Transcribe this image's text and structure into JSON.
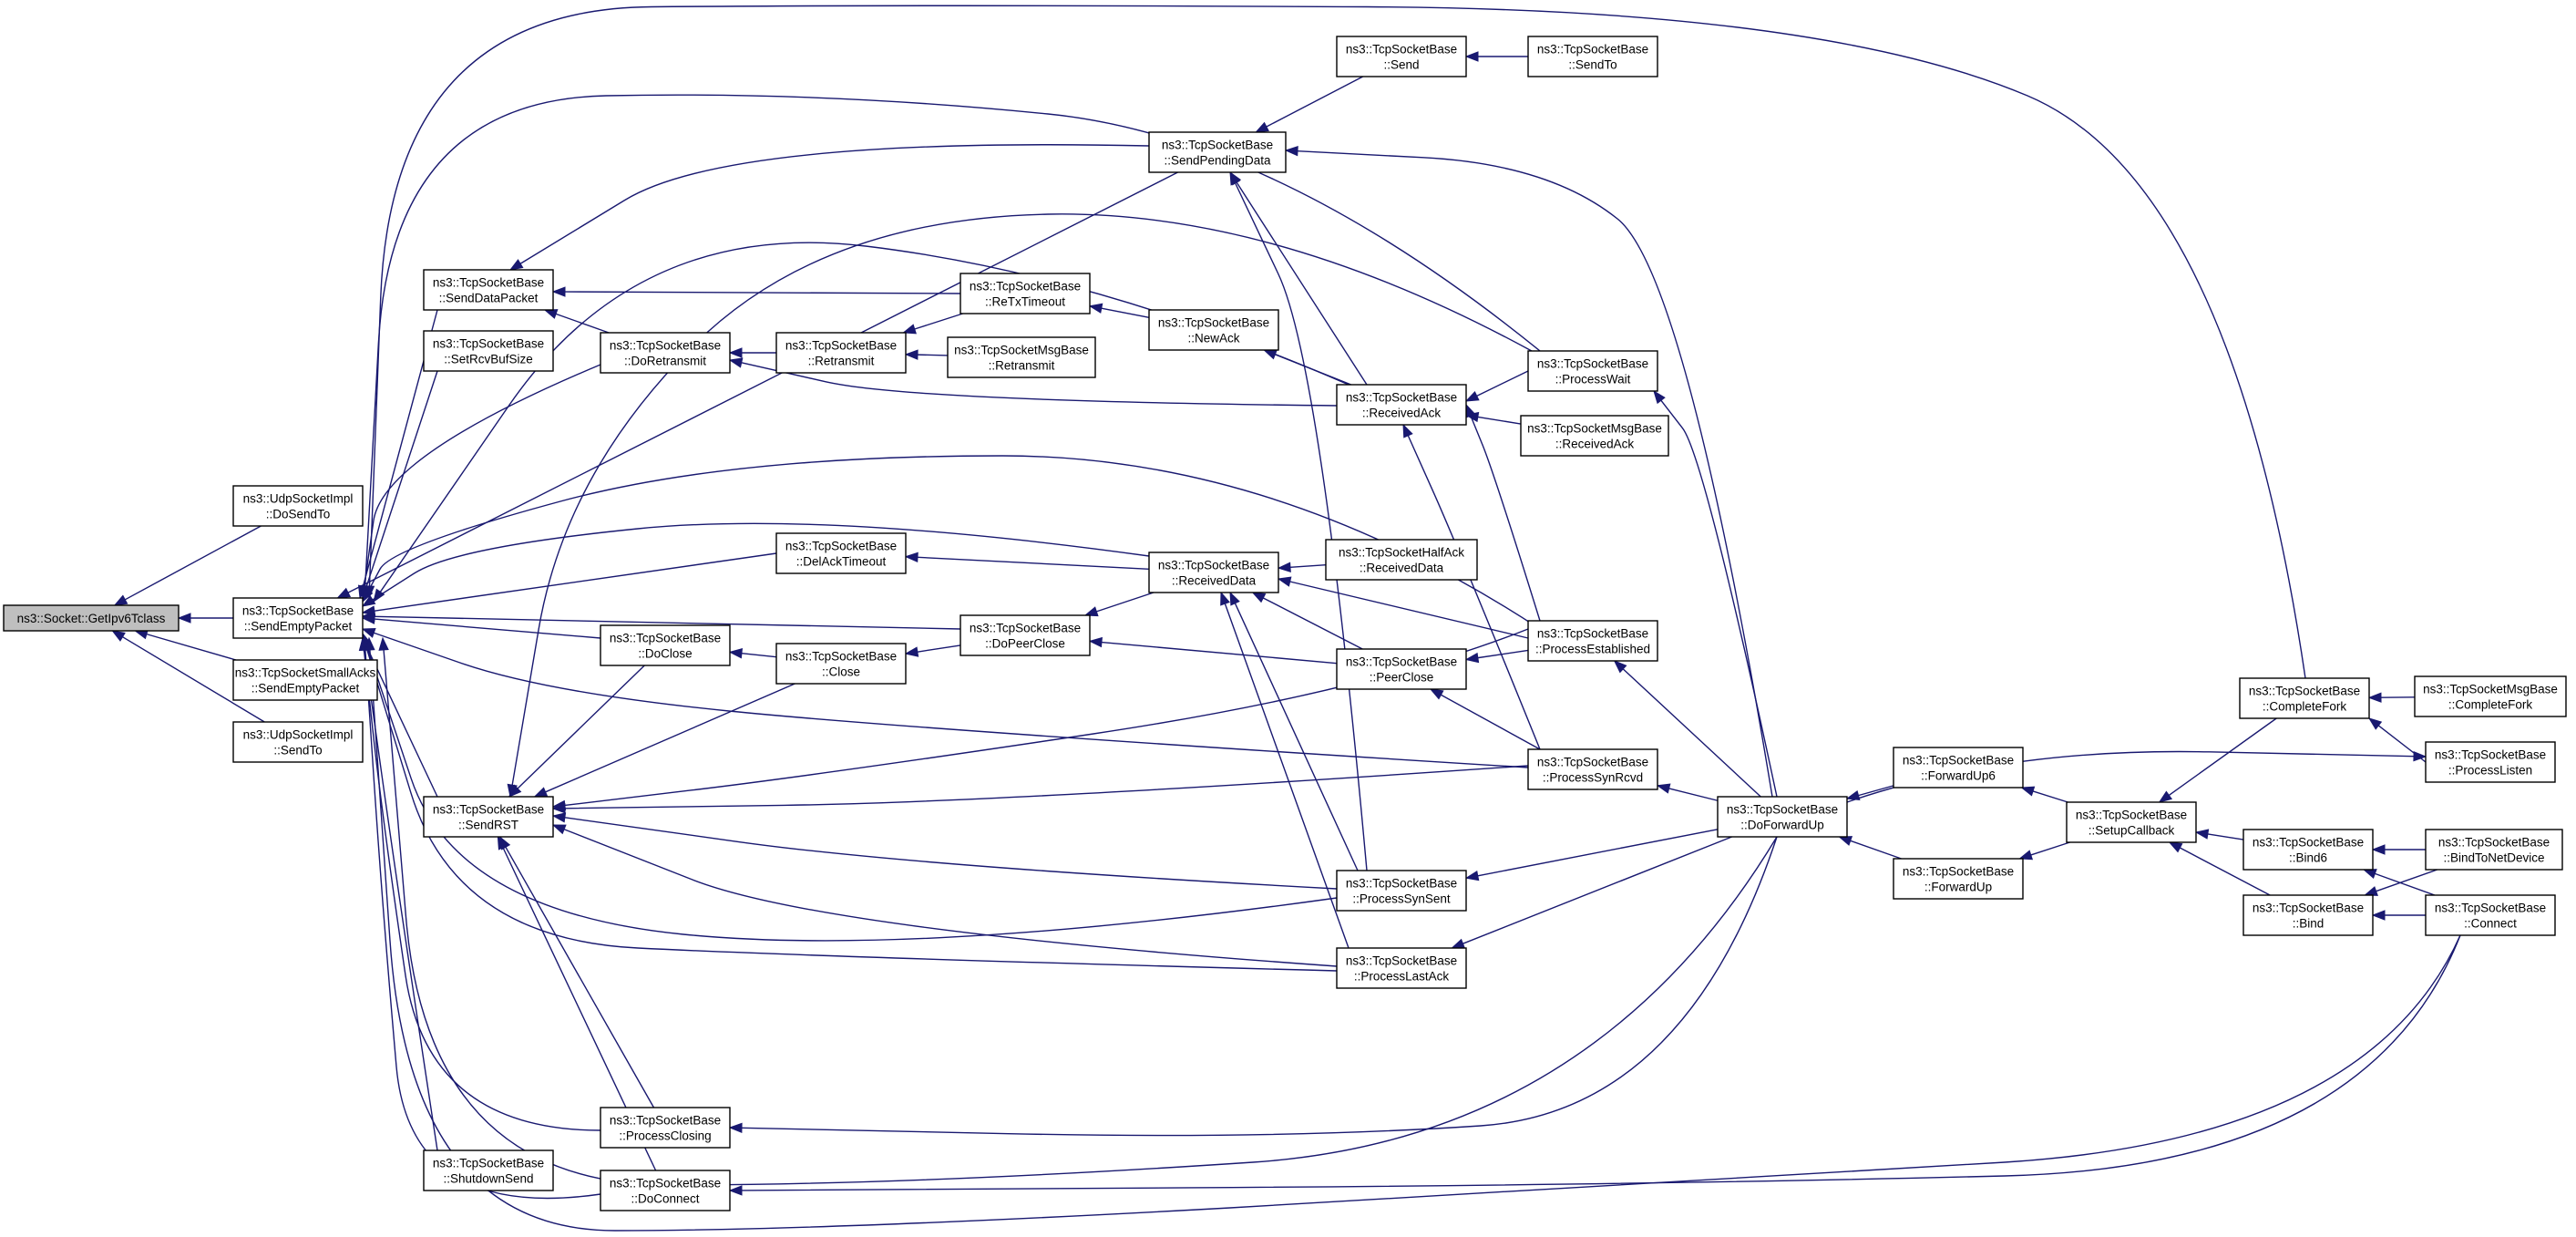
{
  "graph": {
    "root": "getipv6tclass",
    "nodes": {
      "getipv6tclass": [
        "ns3::Socket::GetIpv6Tclass"
      ],
      "udp_dosendto": [
        "ns3::UdpSocketImpl",
        "::DoSendTo"
      ],
      "sendemptypacket": [
        "ns3::TcpSocketBase",
        "::SendEmptyPacket"
      ],
      "smallacks_sendemptypacket": [
        "ns3::TcpSocketSmallAcks",
        "::SendEmptyPacket"
      ],
      "udp_sendto": [
        "ns3::UdpSocketImpl",
        "::SendTo"
      ],
      "senddatapacket": [
        "ns3::TcpSocketBase",
        "::SendDataPacket"
      ],
      "setrcvbufsize": [
        "ns3::TcpSocketBase",
        "::SetRcvBufSize"
      ],
      "dellacktimeout": [
        "ns3::TcpSocketBase",
        "::DelAckTimeout"
      ],
      "sendrst": [
        "ns3::TcpSocketBase",
        "::SendRST"
      ],
      "shutdownsend": [
        "ns3::TcpSocketBase",
        "::ShutdownSend"
      ],
      "doretransmit": [
        "ns3::TcpSocketBase",
        "::DoRetransmit"
      ],
      "doclose": [
        "ns3::TcpSocketBase",
        "::DoClose"
      ],
      "processclosing": [
        "ns3::TcpSocketBase",
        "::ProcessClosing"
      ],
      "doconnect": [
        "ns3::TcpSocketBase",
        "::DoConnect"
      ],
      "retransmit": [
        "ns3::TcpSocketBase",
        "::Retransmit"
      ],
      "close": [
        "ns3::TcpSocketBase",
        "::Close"
      ],
      "msg_retransmit": [
        "ns3::TcpSocketMsgBase",
        "::Retransmit"
      ],
      "retxtimeout": [
        "ns3::TcpSocketBase",
        "::ReTxTimeout"
      ],
      "dopeerclose": [
        "ns3::TcpSocketBase",
        "::DoPeerClose"
      ],
      "sendpendingdata": [
        "ns3::TcpSocketBase",
        "::SendPendingData"
      ],
      "newack": [
        "ns3::TcpSocketBase",
        "::NewAck"
      ],
      "receiveddata": [
        "ns3::TcpSocketBase",
        "::ReceivedData"
      ],
      "send": [
        "ns3::TcpSocketBase",
        "::Send"
      ],
      "receivedack": [
        "ns3::TcpSocketBase",
        "::ReceivedAck"
      ],
      "halfack_receiveddata": [
        "ns3::TcpSocketHalfAck",
        "::ReceivedData"
      ],
      "peerclose": [
        "ns3::TcpSocketBase",
        "::PeerClose"
      ],
      "processsynsent": [
        "ns3::TcpSocketBase",
        "::ProcessSynSent"
      ],
      "processlastack": [
        "ns3::TcpSocketBase",
        "::ProcessLastAck"
      ],
      "sendto": [
        "ns3::TcpSocketBase",
        "::SendTo"
      ],
      "processwait": [
        "ns3::TcpSocketBase",
        "::ProcessWait"
      ],
      "msg_receivedack": [
        "ns3::TcpSocketMsgBase",
        "::ReceivedAck"
      ],
      "processestablished": [
        "ns3::TcpSocketBase",
        "::ProcessEstablished"
      ],
      "processsynrcvd": [
        "ns3::TcpSocketBase",
        "::ProcessSynRcvd"
      ],
      "doforwardup": [
        "ns3::TcpSocketBase",
        "::DoForwardUp"
      ],
      "forwardup6": [
        "ns3::TcpSocketBase",
        "::ForwardUp6"
      ],
      "forwardup": [
        "ns3::TcpSocketBase",
        "::ForwardUp"
      ],
      "setupcallback": [
        "ns3::TcpSocketBase",
        "::SetupCallback"
      ],
      "completefork": [
        "ns3::TcpSocketBase",
        "::CompleteFork"
      ],
      "bind6": [
        "ns3::TcpSocketBase",
        "::Bind6"
      ],
      "bind": [
        "ns3::TcpSocketBase",
        "::Bind"
      ],
      "msg_completefork": [
        "ns3::TcpSocketMsgBase",
        "::CompleteFork"
      ],
      "processlisten": [
        "ns3::TcpSocketBase",
        "::ProcessListen"
      ],
      "bindtonetdevice": [
        "ns3::TcpSocketBase",
        "::BindToNetDevice"
      ],
      "connect": [
        "ns3::TcpSocketBase",
        "::Connect"
      ]
    },
    "edges": [
      [
        "udp_dosendto",
        "getipv6tclass"
      ],
      [
        "sendemptypacket",
        "getipv6tclass"
      ],
      [
        "smallacks_sendemptypacket",
        "getipv6tclass"
      ],
      [
        "udp_sendto",
        "getipv6tclass"
      ],
      [
        "senddatapacket",
        "sendemptypacket"
      ],
      [
        "setrcvbufsize",
        "sendemptypacket"
      ],
      [
        "doretransmit",
        "sendemptypacket"
      ],
      [
        "dellacktimeout",
        "sendemptypacket"
      ],
      [
        "dopeerclose",
        "sendemptypacket"
      ],
      [
        "doclose",
        "sendemptypacket"
      ],
      [
        "sendrst",
        "sendemptypacket"
      ],
      [
        "processclosing",
        "sendemptypacket"
      ],
      [
        "shutdownsend",
        "sendemptypacket"
      ],
      [
        "doconnect",
        "sendemptypacket"
      ],
      [
        "sendpendingdata",
        "sendemptypacket"
      ],
      [
        "processwait",
        "sendemptypacket"
      ],
      [
        "receiveddata",
        "sendemptypacket"
      ],
      [
        "processestablished",
        "sendemptypacket"
      ],
      [
        "processsynrcvd",
        "sendemptypacket"
      ],
      [
        "processsynsent",
        "sendemptypacket"
      ],
      [
        "processlastack",
        "sendemptypacket"
      ],
      [
        "doforwardup",
        "sendemptypacket"
      ],
      [
        "connect",
        "sendemptypacket"
      ],
      [
        "completefork",
        "sendemptypacket"
      ],
      [
        "receivedack",
        "sendemptypacket"
      ],
      [
        "sendpendingdata",
        "senddatapacket"
      ],
      [
        "doretransmit",
        "senddatapacket"
      ],
      [
        "retxtimeout",
        "senddatapacket"
      ],
      [
        "retransmit",
        "doretransmit"
      ],
      [
        "receivedack",
        "doretransmit"
      ],
      [
        "retxtimeout",
        "retransmit"
      ],
      [
        "msg_retransmit",
        "retransmit"
      ],
      [
        "newack",
        "retxtimeout"
      ],
      [
        "receivedack",
        "newack"
      ],
      [
        "send",
        "sendpendingdata"
      ],
      [
        "sendto",
        "send"
      ],
      [
        "receivedack",
        "sendpendingdata"
      ],
      [
        "processsynsent",
        "sendpendingdata"
      ],
      [
        "doforwardup",
        "sendpendingdata"
      ],
      [
        "receiveddata",
        "dellacktimeout"
      ],
      [
        "receiveddata",
        "dopeerclose"
      ],
      [
        "peerclose",
        "dopeerclose"
      ],
      [
        "close",
        "doclose"
      ],
      [
        "dopeerclose",
        "close"
      ],
      [
        "doclose",
        "sendrst"
      ],
      [
        "close",
        "sendrst"
      ],
      [
        "processclosing",
        "sendrst"
      ],
      [
        "doconnect",
        "sendrst"
      ],
      [
        "processsynrcvd",
        "sendrst"
      ],
      [
        "processsynsent",
        "sendrst"
      ],
      [
        "processlastack",
        "sendrst"
      ],
      [
        "processestablished",
        "sendrst"
      ],
      [
        "processwait",
        "sendrst"
      ],
      [
        "halfack_receiveddata",
        "receiveddata"
      ],
      [
        "processestablished",
        "receiveddata"
      ],
      [
        "processwait",
        "receivedack"
      ],
      [
        "msg_receivedack",
        "receivedack"
      ],
      [
        "processestablished",
        "receivedack"
      ],
      [
        "processsynrcvd",
        "receivedack"
      ],
      [
        "peerclose",
        "receiveddata"
      ],
      [
        "processsynsent",
        "receiveddata"
      ],
      [
        "processlastack",
        "receiveddata"
      ],
      [
        "processestablished",
        "peerclose"
      ],
      [
        "processsynrcvd",
        "peerclose"
      ],
      [
        "doforwardup",
        "processwait"
      ],
      [
        "doforwardup",
        "processestablished"
      ],
      [
        "doforwardup",
        "processsynrcvd"
      ],
      [
        "doforwardup",
        "processsynsent"
      ],
      [
        "doforwardup",
        "processlastack"
      ],
      [
        "doforwardup",
        "processclosing"
      ],
      [
        "forwardup6",
        "doforwardup"
      ],
      [
        "forwardup",
        "doforwardup"
      ],
      [
        "setupcallback",
        "forwardup6"
      ],
      [
        "setupcallback",
        "forwardup"
      ],
      [
        "bind6",
        "setupcallback"
      ],
      [
        "bind",
        "setupcallback"
      ],
      [
        "completefork",
        "setupcallback"
      ],
      [
        "msg_completefork",
        "completefork"
      ],
      [
        "processlisten",
        "completefork"
      ],
      [
        "doforwardup",
        "processlisten"
      ],
      [
        "bindtonetdevice",
        "bind6"
      ],
      [
        "bindtonetdevice",
        "bind"
      ],
      [
        "connect",
        "bind6"
      ],
      [
        "connect",
        "bind"
      ],
      [
        "connect",
        "doconnect"
      ]
    ]
  },
  "colors": {
    "edge": "#191970",
    "node_border": "#000000",
    "root_fill": "#bfbfbf",
    "node_fill": "#ffffff"
  }
}
